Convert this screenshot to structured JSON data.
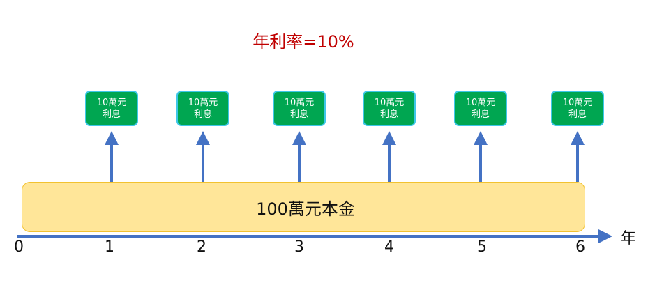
{
  "title": "年利率=10%",
  "principal_label": "100萬元本金",
  "interest_boxes": [
    {
      "line1": "10萬元",
      "line2": "利息"
    },
    {
      "line1": "10萬元",
      "line2": "利息"
    },
    {
      "line1": "10萬元",
      "line2": "利息"
    },
    {
      "line1": "10萬元",
      "line2": "利息"
    },
    {
      "line1": "10萬元",
      "line2": "利息"
    },
    {
      "line1": "10萬元",
      "line2": "利息"
    }
  ],
  "axis": {
    "ticks": [
      "0",
      "1",
      "2",
      "3",
      "4",
      "5",
      "6"
    ],
    "unit": "年"
  },
  "colors": {
    "title": "#c00000",
    "box_fill": "#00a651",
    "box_border": "#3ec7e8",
    "principal_fill": "#ffe699",
    "principal_border": "#f2c230",
    "arrow": "#4472c4"
  }
}
